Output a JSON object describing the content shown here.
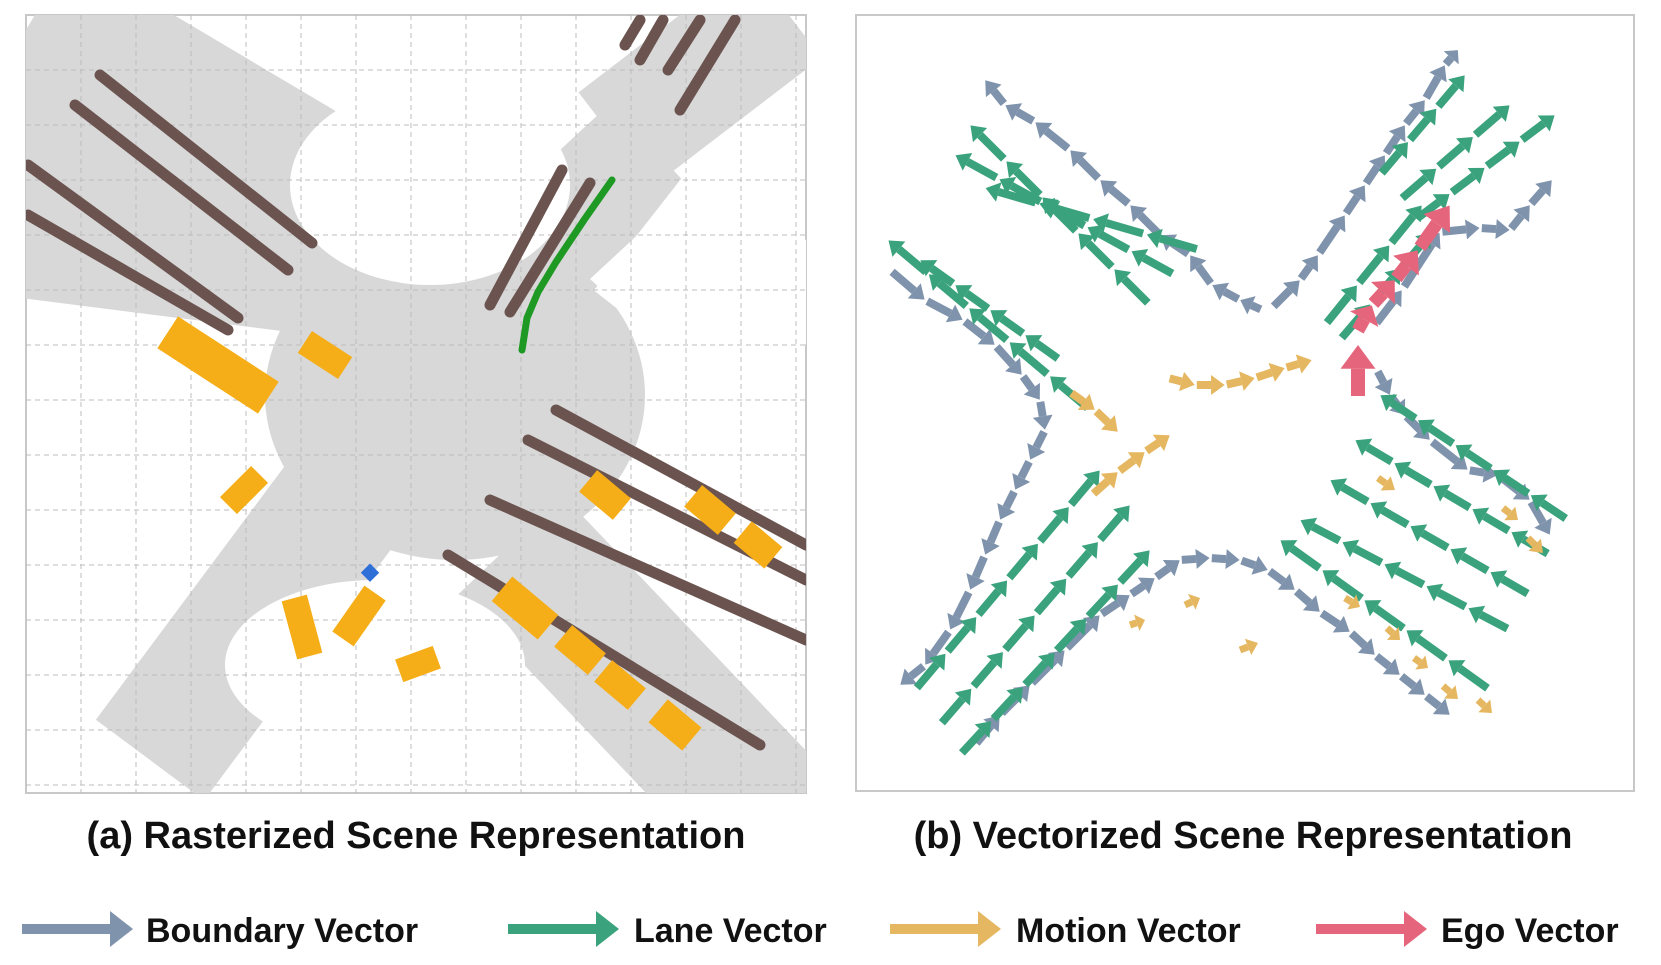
{
  "panels": {
    "raster": {
      "caption": "(a) Rasterized Scene Representation"
    },
    "vector": {
      "caption": "(b) Vectorized Scene Representation"
    }
  },
  "legend": [
    {
      "label": "Boundary Vector",
      "color": "#7f93ac"
    },
    {
      "label": "Lane Vector",
      "color": "#3aa37d"
    },
    {
      "label": "Motion Vector",
      "color": "#e6b761"
    },
    {
      "label": "Ego Vector",
      "color": "#e5667c"
    }
  ],
  "colors": {
    "road": "#d8d8d8",
    "lane_line": "#6b5450",
    "agent": "#f6ae18",
    "ego_path": "#1e9a24",
    "ego_marker": "#2f6fd8",
    "grid": "#bdbdbd",
    "panel_border": "#c8c8c8"
  }
}
